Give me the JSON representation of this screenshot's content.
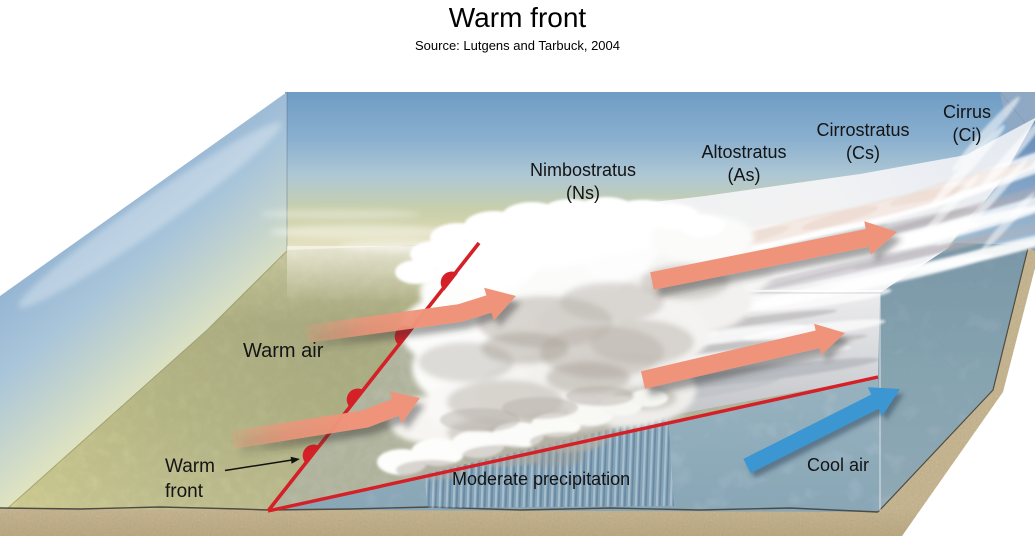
{
  "title": "Warm front",
  "source": "Source: Lutgens and Tarbuck, 2004",
  "clouds": [
    {
      "name": "Nimbostratus",
      "abbr": "(Ns)"
    },
    {
      "name": "Altostratus",
      "abbr": "(As)"
    },
    {
      "name": "Cirrostratus",
      "abbr": "(Cs)"
    },
    {
      "name": "Cirrus",
      "abbr": "(Ci)"
    }
  ],
  "annotations": {
    "warm_air": "Warm air",
    "warm_front_line1": "Warm",
    "warm_front_line2": "front",
    "moderate_precipitation": "Moderate precipitation",
    "cool_air": "Cool air"
  },
  "colors": {
    "front_line_red": "#d42026",
    "warm_air_arrow": "#ef947a",
    "cool_air_arrow": "#3a96d2",
    "sky_top_blue": "#6f9cc5",
    "sky_horizon_yellow": "#e9e6cb",
    "warm_terrain_green": "#b5b98c",
    "cool_terrain_bluegray": "#9db5bf",
    "soil_tan": "#c9b896"
  }
}
